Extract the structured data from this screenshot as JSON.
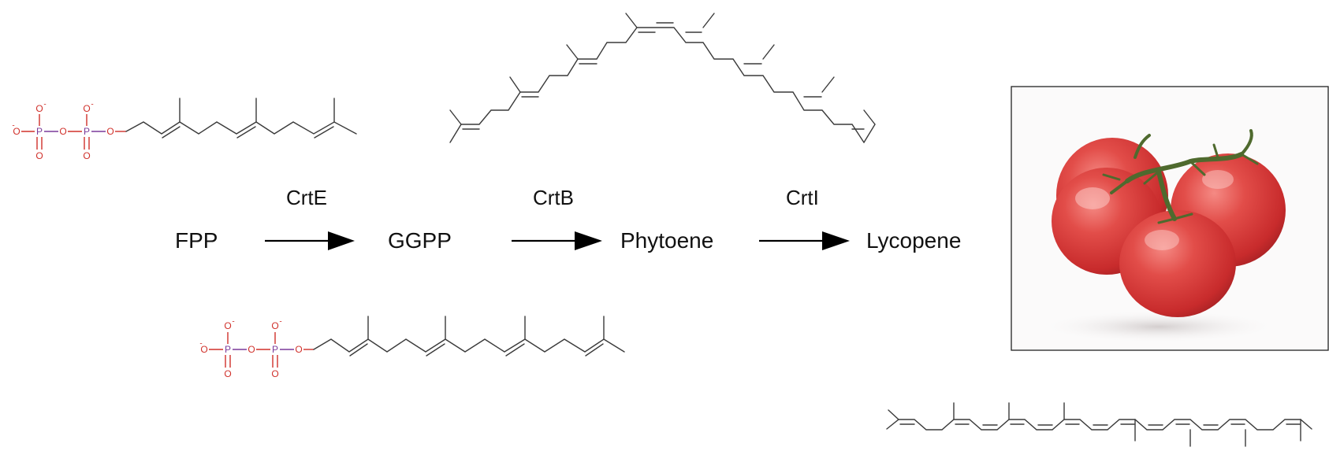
{
  "pathway": {
    "steps": [
      {
        "id": "fpp",
        "label": "FPP"
      },
      {
        "id": "ggpp",
        "label": "GGPP"
      },
      {
        "id": "phytoene",
        "label": "Phytoene"
      },
      {
        "id": "lycopene",
        "label": "Lycopene"
      }
    ],
    "enzymes": [
      {
        "id": "crte",
        "label": "CrtE"
      },
      {
        "id": "crtb",
        "label": "CrtB"
      },
      {
        "id": "crti",
        "label": "CrtI"
      }
    ]
  },
  "atoms": {
    "oxygen": "O",
    "phosphorus": "P",
    "charge": "-"
  },
  "colors": {
    "oxygen": "#d0302a",
    "phosphorus": "#7a3a9a",
    "bond": "#3a3a3a",
    "tomato_red": "#d8393a",
    "stem_green": "#4f6a2e"
  },
  "photo": {
    "subject": "tomatoes-on-the-vine"
  }
}
